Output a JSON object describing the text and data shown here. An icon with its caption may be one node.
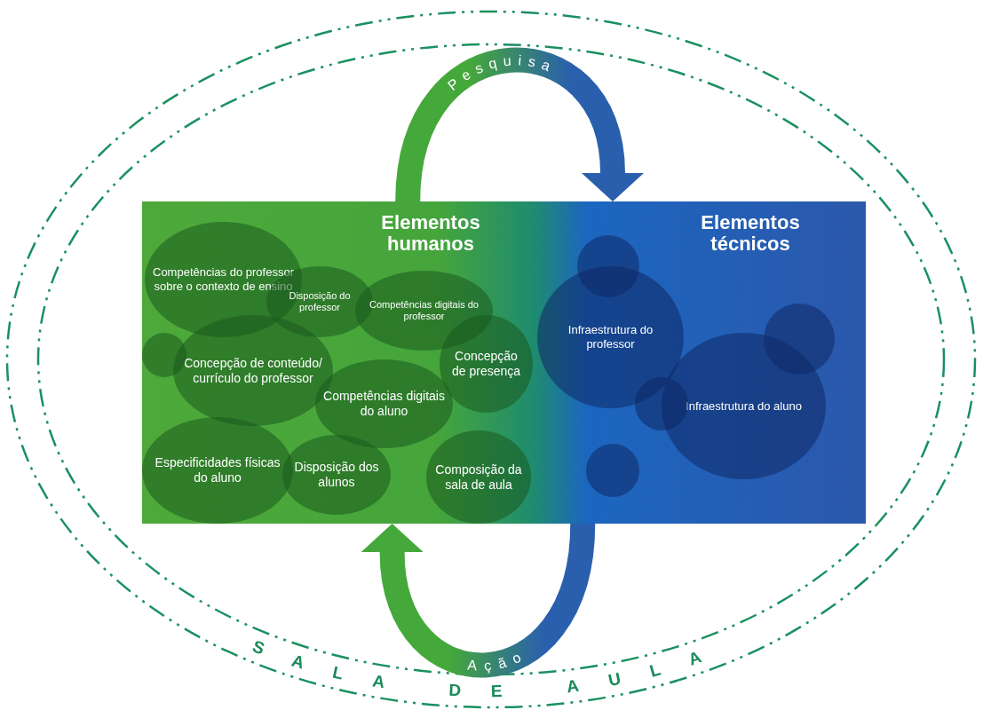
{
  "diagram": {
    "nodes": [
      {
        "text": [
          "SALA DE AULA"
        ]
      },
      {
        "text": [
          "Elementos humanos"
        ],
        "in": 0
      },
      {
        "text": [
          "Elementos técnicos"
        ],
        "in": 0
      },
      {
        "text": [
          "Competências do professor sobre o contexto de ensino"
        ],
        "in": 1
      },
      {
        "text": [
          "Disposição do professor"
        ],
        "in": 1
      },
      {
        "text": [
          "Competências digitais do professor"
        ],
        "in": 1
      },
      {
        "text": [
          "Concepção de conteúdo/ currículo do professor"
        ],
        "in": 1
      },
      {
        "text": [
          "Competências digitais do aluno"
        ],
        "in": 1
      },
      {
        "text": [
          "Concepção de presença"
        ],
        "in": 1
      },
      {
        "text": [
          "Especificidades físicas do aluno"
        ],
        "in": 1
      },
      {
        "text": [
          "Disposição dos alunos"
        ],
        "in": 1
      },
      {
        "text": [
          "Composição da sala de aula"
        ],
        "in": 1
      },
      {
        "text": [
          "Infraestrutura do professor"
        ],
        "in": 2
      },
      {
        "text": [
          "Infraestrutura do aluno"
        ],
        "in": 2
      },
      {
        "text": [],
        "shape": "circle",
        "in": 1
      },
      {
        "text": [],
        "shape": "circle",
        "in": 2
      },
      {
        "text": [],
        "shape": "circle",
        "in": 2
      },
      {
        "text": [],
        "shape": "circle",
        "in": 2
      },
      {
        "text": [],
        "shape": "circle",
        "in": 2
      }
    ],
    "edges": [
      {
        "from": 1,
        "to": 2,
        "arrow": "to",
        "label": "Pesquisa"
      },
      {
        "from": 2,
        "to": 1,
        "arrow": "to",
        "label": "Ação"
      }
    ]
  }
}
